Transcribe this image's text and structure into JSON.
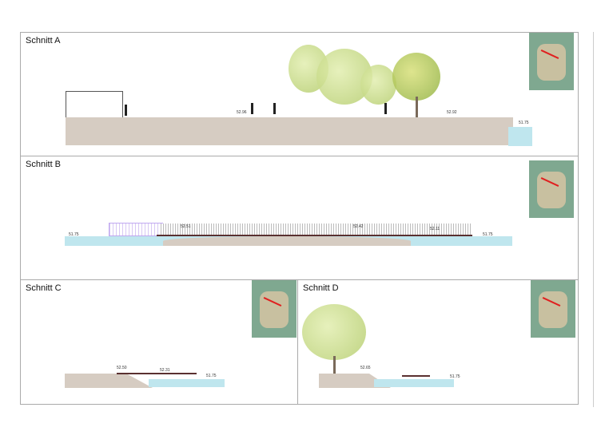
{
  "sections": [
    {
      "title": "Schnitt A",
      "levels": [
        "52.96",
        "52.92",
        "51.75"
      ]
    },
    {
      "title": "Schnitt B",
      "levels": [
        "51.75",
        "52.51",
        "52.42",
        "52.11",
        "51.75"
      ]
    },
    {
      "title": "Schnitt C",
      "levels": [
        "52.50",
        "52.31",
        "51.75"
      ]
    },
    {
      "title": "Schnitt D",
      "levels": [
        "52.65",
        "51.75"
      ]
    }
  ]
}
